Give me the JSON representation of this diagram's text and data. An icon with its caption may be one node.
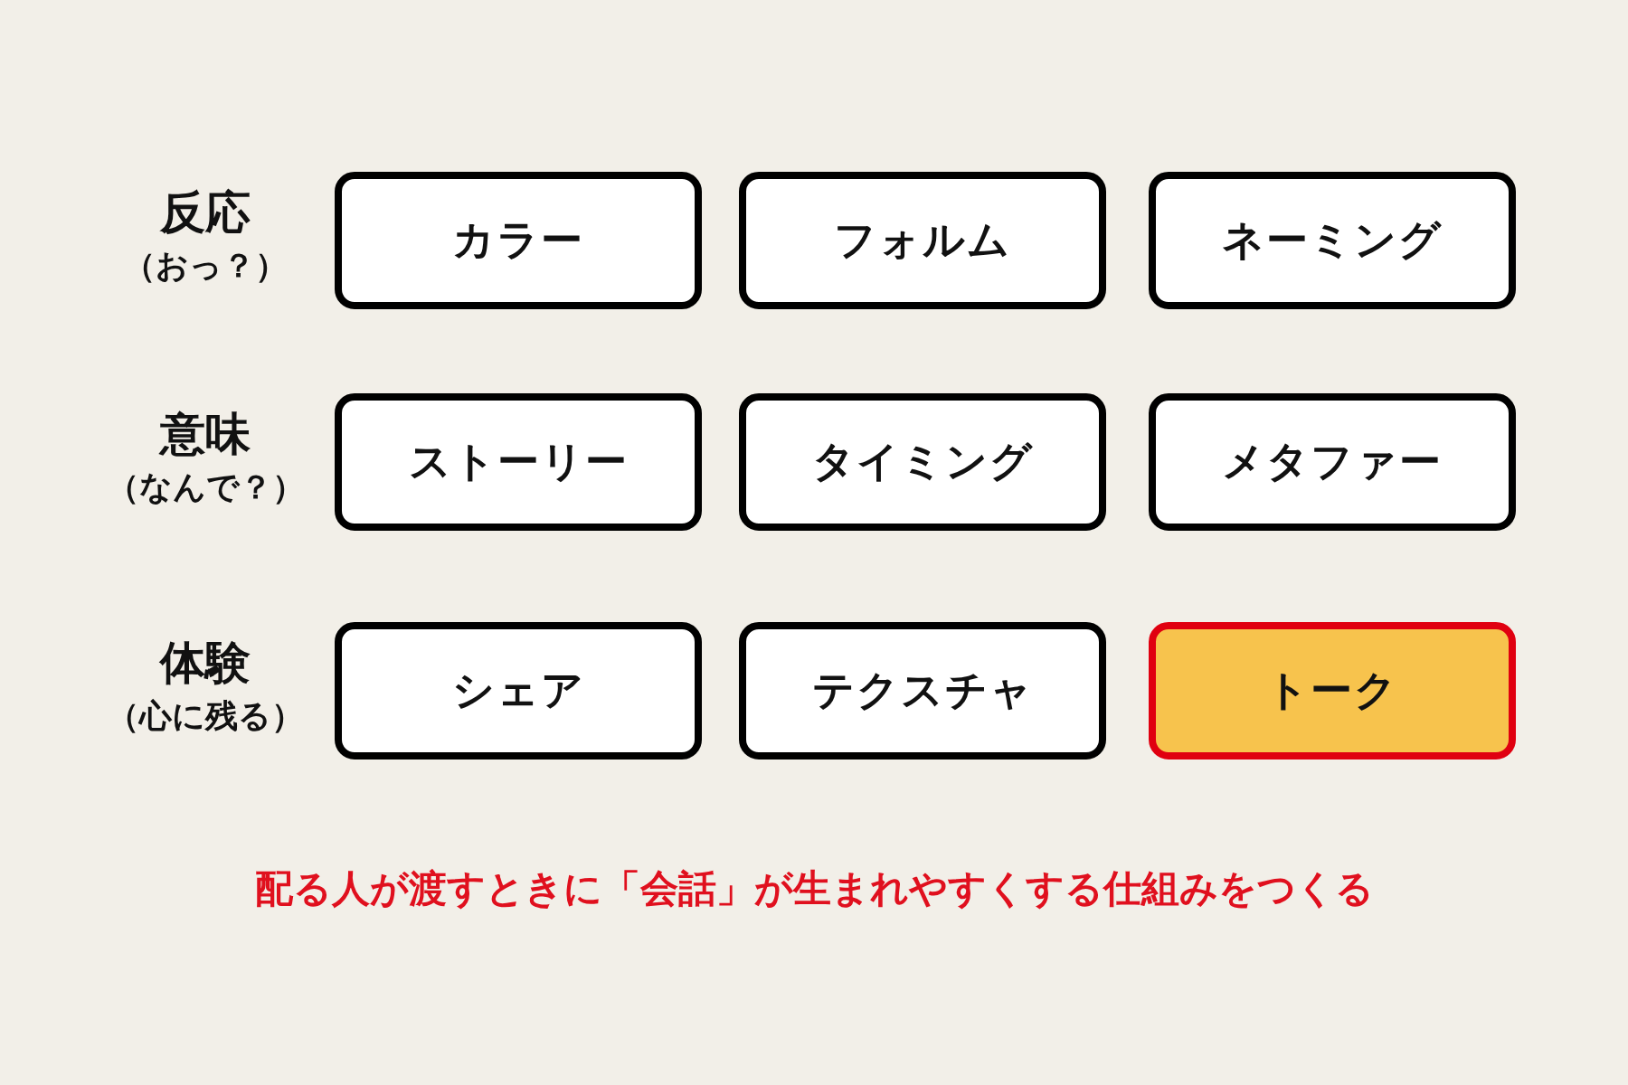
{
  "diagram": {
    "caption": "配る人が渡すときに「会話」が生まれやすくする仕組みをつくる",
    "nodes": [
      {
        "text": [
          "カラー"
        ]
      },
      {
        "text": [
          "フォルム"
        ]
      },
      {
        "text": [
          "ネーミング"
        ]
      },
      {
        "text": [
          "ストーリー"
        ]
      },
      {
        "text": [
          "タイミング"
        ]
      },
      {
        "text": [
          "メタファー"
        ]
      },
      {
        "text": [
          "シェア"
        ]
      },
      {
        "text": [
          "テクスチャ"
        ]
      },
      {
        "text": [
          "トーク"
        ]
      }
    ],
    "labels": [
      "反応",
      "（おっ？）",
      "意味",
      "（なんで？）",
      "体験",
      "（心に残る）"
    ]
  }
}
